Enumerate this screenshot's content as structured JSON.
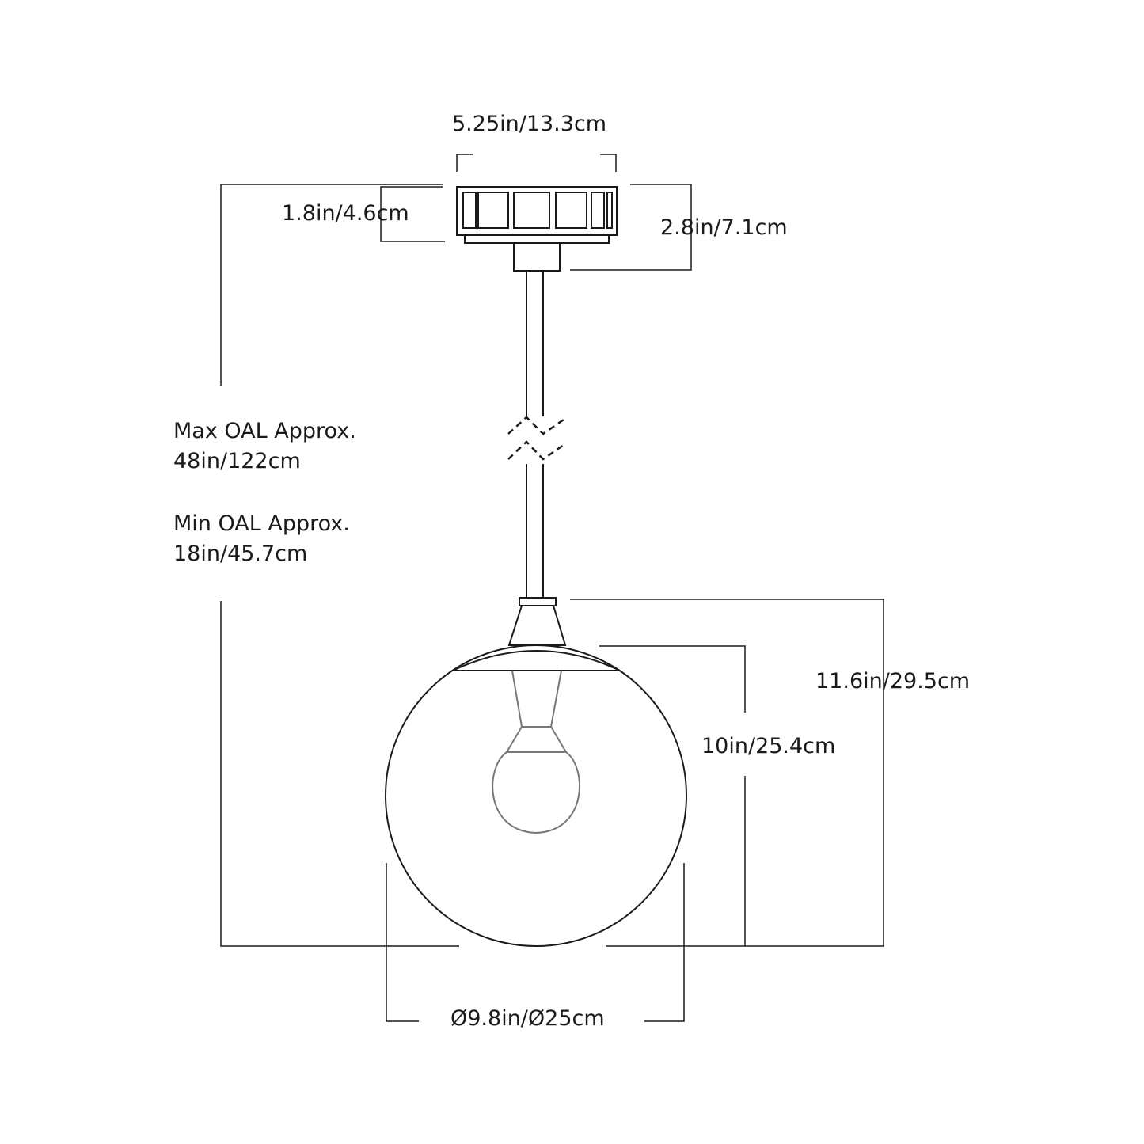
{
  "dimensions": {
    "canopy_width": "5.25in/13.3cm",
    "canopy_height": "1.8in/4.6cm",
    "canopy_total_height": "2.8in/7.1cm",
    "max_oal_label": "Max OAL Approx.",
    "max_oal_value": "48in/122cm",
    "min_oal_label": "Min OAL Approx.",
    "min_oal_value": "18in/45.7cm",
    "fixture_height": "11.6in/29.5cm",
    "globe_height": "10in/25.4cm",
    "globe_diameter": "Ø9.8in/Ø25cm"
  },
  "colors": {
    "line": "#1a1a1a",
    "bulb": "#777777",
    "background": "#ffffff"
  }
}
